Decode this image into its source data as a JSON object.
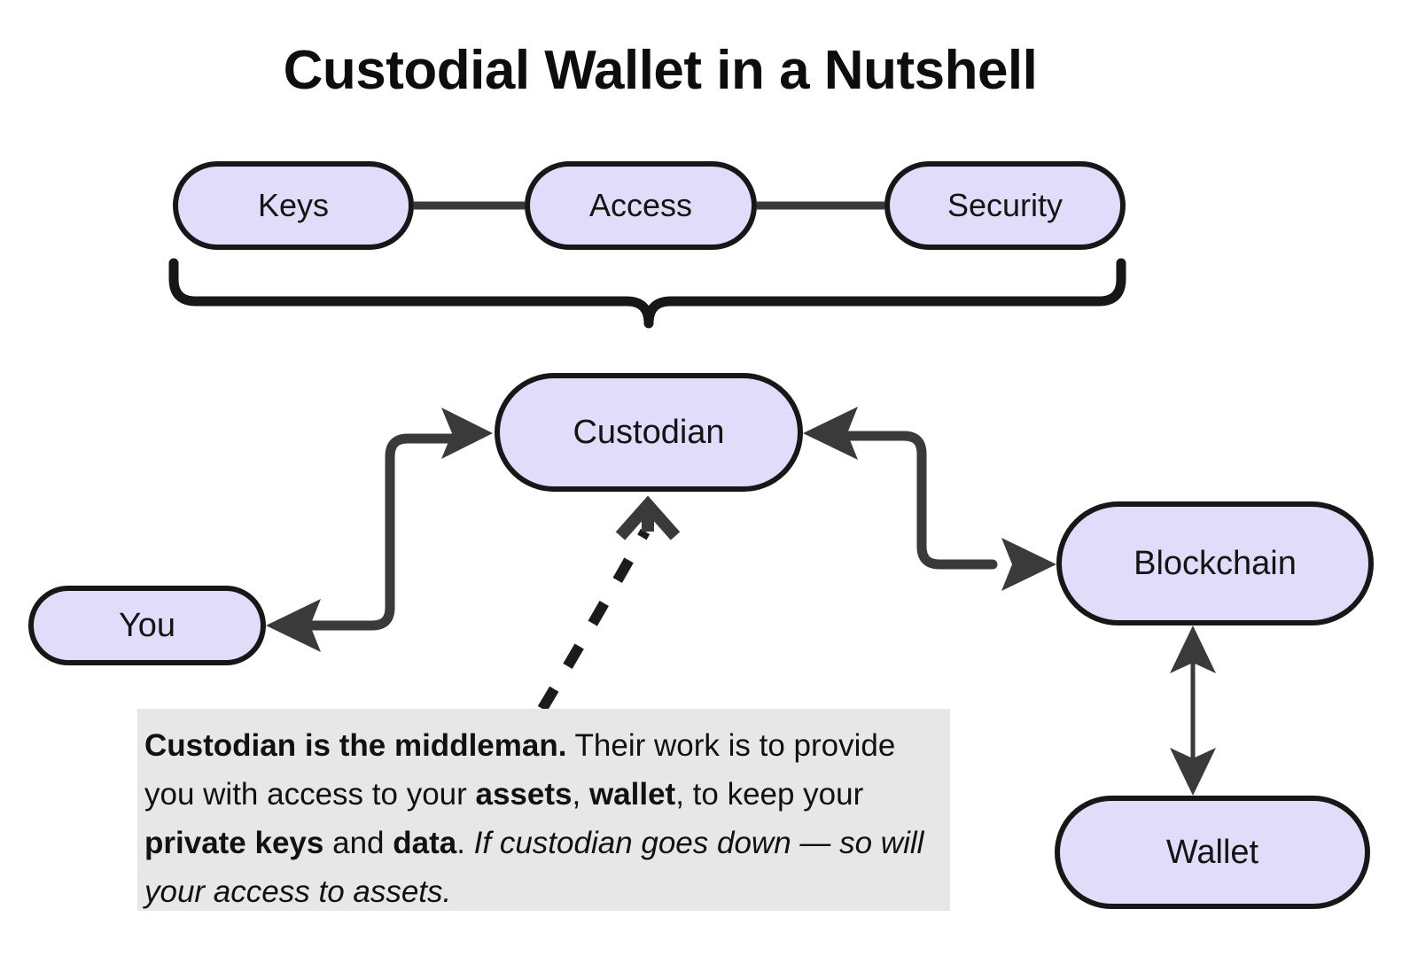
{
  "title": "Custodial Wallet in a Nutshell",
  "theme": {
    "node_fill": "#E0DCFA",
    "node_stroke": "#17171a",
    "link_color": "#3a3a3a",
    "note_bg": "#E7E7E7",
    "text_color": "#141414",
    "page_bg": "#ffffff"
  },
  "nodes": {
    "keys": "Keys",
    "access": "Access",
    "security": "Security",
    "custodian": "Custodian",
    "you": "You",
    "blockchain": "Blockchain",
    "wallet": "Wallet"
  },
  "note": {
    "lead": "Custodian is the middleman.",
    "body_1": " Their work is to provide you with access to your ",
    "bold_1": "assets",
    "sep_1": ", ",
    "bold_2": "wallet",
    "sep_2": ", to keep your ",
    "bold_3": "private keys",
    "sep_3": " and ",
    "bold_4": "data",
    "sep_4": ". ",
    "italic_tail": "If custodian goes down — so will your access to assets."
  },
  "edges": [
    {
      "from": "keys",
      "to": "access",
      "style": "solid",
      "arrows": "none"
    },
    {
      "from": "access",
      "to": "security",
      "style": "solid",
      "arrows": "none"
    },
    {
      "from": "keys-access-security",
      "to": "custodian",
      "style": "brace",
      "arrows": "none"
    },
    {
      "from": "you",
      "to": "custodian",
      "style": "solid",
      "arrows": "both"
    },
    {
      "from": "custodian",
      "to": "blockchain",
      "style": "solid",
      "arrows": "both"
    },
    {
      "from": "blockchain",
      "to": "wallet",
      "style": "thin",
      "arrows": "both"
    },
    {
      "from": "note",
      "to": "custodian",
      "style": "dashed",
      "arrows": "open-end"
    }
  ]
}
